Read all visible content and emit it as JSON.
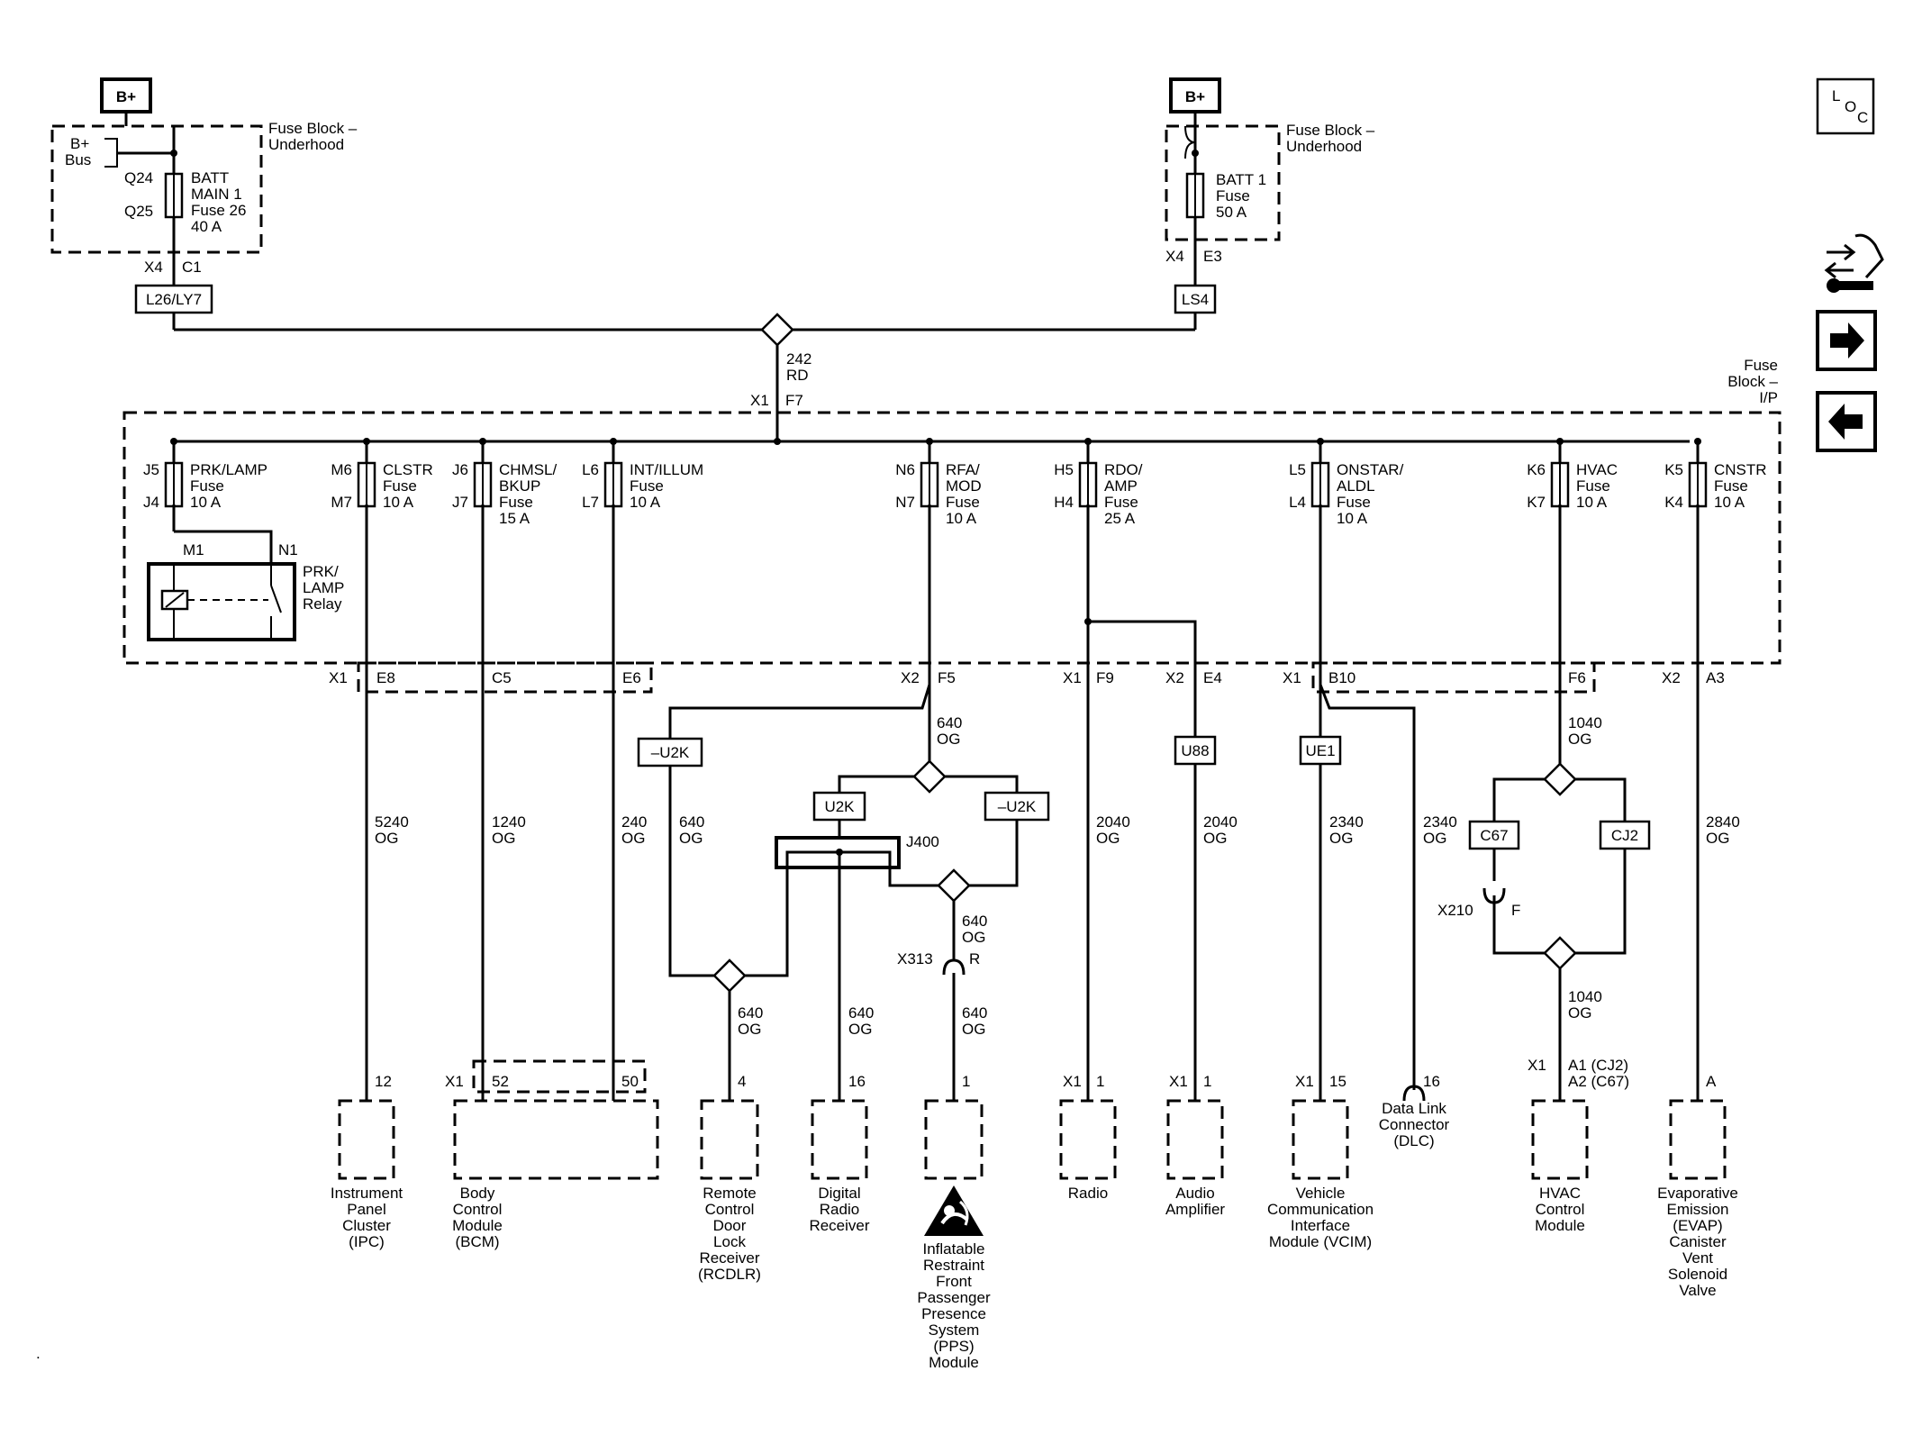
{
  "top_left": {
    "bplus": "B+",
    "fuse_block": [
      "Fuse Block –",
      "Underhood"
    ],
    "bus": [
      "B+",
      "Bus"
    ],
    "pins": {
      "q24": "Q24",
      "q25": "Q25"
    },
    "fuse": [
      "BATT",
      "MAIN 1",
      "Fuse 26",
      "40 A"
    ],
    "conn": {
      "x": "X4",
      "pin": "C1"
    },
    "splice": "L26/LY7"
  },
  "top_right": {
    "bplus": "B+",
    "fuse_block": [
      "Fuse Block –",
      "Underhood"
    ],
    "fuse": [
      "BATT 1",
      "Fuse",
      "50 A"
    ],
    "conn": {
      "x": "X4",
      "pin": "E3"
    },
    "splice": "LS4"
  },
  "feed": {
    "gauge": "242",
    "color": "RD",
    "conn": "X1",
    "pin": "F7"
  },
  "ip_block": {
    "label": [
      "Fuse",
      "Block –",
      "I/P"
    ]
  },
  "fuses": [
    {
      "in": "J5",
      "out": "J4",
      "name": [
        "PRK/LAMP",
        "Fuse",
        "10 A"
      ]
    },
    {
      "in": "M6",
      "out": "M7",
      "name": [
        "CLSTR",
        "Fuse",
        "10 A"
      ]
    },
    {
      "in": "J6",
      "out": "J7",
      "name": [
        "CHMSL/",
        "BKUP",
        "Fuse",
        "15 A"
      ]
    },
    {
      "in": "L6",
      "out": "L7",
      "name": [
        "INT/ILLUM",
        "Fuse",
        "10 A"
      ]
    },
    {
      "in": "N6",
      "out": "N7",
      "name": [
        "RFA/",
        "MOD",
        "Fuse",
        "10 A"
      ]
    },
    {
      "in": "H5",
      "out": "H4",
      "name": [
        "RDO/",
        "AMP",
        "Fuse",
        "25 A"
      ]
    },
    {
      "in": "L5",
      "out": "L4",
      "name": [
        "ONSTAR/",
        "ALDL",
        "Fuse",
        "10 A"
      ]
    },
    {
      "in": "K6",
      "out": "K7",
      "name": [
        "HVAC",
        "Fuse",
        "10 A"
      ]
    },
    {
      "in": "K5",
      "out": "K4",
      "name": [
        "CNSTR",
        "Fuse",
        "10 A"
      ]
    }
  ],
  "relay": {
    "m1": "M1",
    "n1": "N1",
    "name": [
      "PRK/",
      "LAMP",
      "Relay"
    ]
  },
  "connectors": {
    "x1_left": "X1",
    "e8": "E8",
    "c5": "C5",
    "e6": "E6",
    "x2_f5": "X2",
    "f5": "F5",
    "x1_f9": "X1",
    "f9": "F9",
    "x2_e4": "X2",
    "e4": "E4",
    "x1_b10": "X1",
    "b10": "B10",
    "f6": "F6",
    "x2_a3": "X2",
    "a3": "A3"
  },
  "wires": [
    {
      "gauge": "5240",
      "color": "OG"
    },
    {
      "gauge": "1240",
      "color": "OG"
    },
    {
      "gauge": "240",
      "color": "OG"
    },
    {
      "gauge": "640",
      "color": "OG"
    },
    {
      "gauge": "640",
      "color": "OG"
    },
    {
      "gauge": "640",
      "color": "OG"
    },
    {
      "gauge": "640",
      "color": "OG"
    },
    {
      "gauge": "640",
      "color": "OG"
    },
    {
      "gauge": "640",
      "color": "OG"
    },
    {
      "gauge": "2040",
      "color": "OG"
    },
    {
      "gauge": "2040",
      "color": "OG"
    },
    {
      "gauge": "2340",
      "color": "OG"
    },
    {
      "gauge": "2340",
      "color": "OG"
    },
    {
      "gauge": "1040",
      "color": "OG"
    },
    {
      "gauge": "1040",
      "color": "OG"
    },
    {
      "gauge": "2840",
      "color": "OG"
    }
  ],
  "options": {
    "u2k_neg_left": "–U2K",
    "u2k": "U2K",
    "u2k_neg_right": "–U2K",
    "u88": "U88",
    "ue1": "UE1",
    "c67": "C67",
    "cj2": "CJ2"
  },
  "inline": {
    "j400": "J400",
    "x313": "X313",
    "x313_pin": "R",
    "x210": "X210",
    "x210_pin": "F"
  },
  "pins": {
    "ipc": "12",
    "bcm_x1": "X1",
    "bcm_52": "52",
    "bcm_50": "50",
    "rcdlr": "4",
    "drr": "16",
    "pps": "1",
    "radio_x1": "X1",
    "radio": "1",
    "amp_x1": "X1",
    "amp": "1",
    "vcim_x1": "X1",
    "vcim": "15",
    "dlc": "16",
    "hvac_x1": "X1",
    "hvac_a1": "A1 (CJ2)",
    "hvac_a2": "A2 (C67)",
    "evap": "A"
  },
  "components": {
    "ipc": [
      "Instrument",
      "Panel",
      "Cluster",
      "(IPC)"
    ],
    "bcm": [
      "Body",
      "Control",
      "Module",
      "(BCM)"
    ],
    "rcdlr": [
      "Remote",
      "Control",
      "Door",
      "Lock",
      "Receiver",
      "(RCDLR)"
    ],
    "drr": [
      "Digital",
      "Radio",
      "Receiver"
    ],
    "pps": [
      "Inflatable",
      "Restraint",
      "Front",
      "Passenger",
      "Presence",
      "System",
      "(PPS)",
      "Module"
    ],
    "radio": [
      "Radio"
    ],
    "amp": [
      "Audio",
      "Amplifier"
    ],
    "vcim": [
      "Vehicle",
      "Communication",
      "Interface",
      "Module (VCIM)"
    ],
    "dlc": [
      "Data Link",
      "Connector",
      "(DLC)"
    ],
    "hvac": [
      "HVAC",
      "Control",
      "Module"
    ],
    "evap": [
      "Evaporative",
      "Emission",
      "(EVAP)",
      "Canister",
      "Vent",
      "Solenoid",
      "Valve"
    ]
  },
  "side_icons": {
    "loc": [
      "L",
      "O",
      "C"
    ],
    "icons": [
      "wrench-arrows-icon",
      "arrow-right-icon",
      "arrow-left-icon"
    ]
  }
}
